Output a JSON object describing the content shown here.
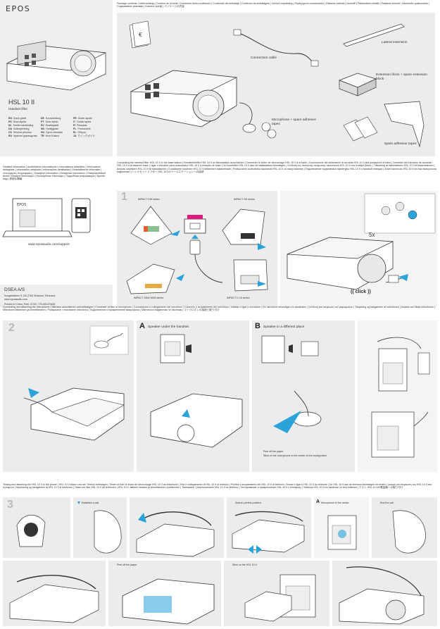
{
  "brand": "EPOS",
  "product": {
    "name": "HSL 10 II",
    "subtitle": "Handset lifter"
  },
  "guide_langs": [
    [
      "EN",
      "Quick guide"
    ],
    [
      "DE",
      "Kurzanleitung"
    ],
    [
      "FR",
      "Guide rapide"
    ],
    [
      "ES",
      "Guía rápida"
    ],
    [
      "PT",
      "Guia rápido"
    ],
    [
      "IT",
      "Guida rapida"
    ],
    [
      "NL",
      "Snelle handleiding"
    ],
    [
      "SV",
      "Snabbguide"
    ],
    [
      "FI",
      "Pikaopas"
    ],
    [
      "DA",
      "Kvikvejledning"
    ],
    [
      "NO",
      "Hurtigguide"
    ],
    [
      "PL",
      "Przewodnik"
    ],
    [
      "CS",
      "Stručná příručka"
    ],
    [
      "HU",
      "Gyors útmutató"
    ],
    [
      "EL",
      "Οδηγός"
    ],
    [
      "RU",
      "Краткое руководство"
    ],
    [
      "TR",
      "Hızlı Kılavuz"
    ],
    [
      "JA",
      "クイックガイド"
    ]
  ],
  "package_contents_heading": "Package contents | Lieferumfang | Contenu de la boîte | Contenuto della confezione | Contenido del embalaje | Conteúdo da embalagem | Inhoud verpakking | Περιεχόμενα συσκευασίας | Pakkens indhold | Innehåll | Pakkauksen sisältö | Pakkens innhold | Zawartość opakowania | Содержимое упаковки | Kutunun İçeriği | パッケージの内容",
  "contents_labels": {
    "connection_cable": "Connection cable",
    "lateral_extension": "Lateral extension",
    "extension_block": "Extension block + spare extension block",
    "microphone": "Microphone + spare adhesive tapes",
    "spare_tapes": "spare adhesive tapes"
  },
  "detailed_info": "Detailed information | Ausführliche Informationen | Informations détaillées | Informazioni dettagliate | Información detallada | Informações detalhadas | Gedetailleerde informatie | Λεπτομερείς πληροφορίες | Detaljeret information | Detaljerad information | Yksityiskohtaiset tiedot | Detaljert informasjon | Szczegółowe informacje | Подробная информация | Ayrıntılı bilgi | 詳細な情報",
  "support_url": "www.eposaudio.com/support",
  "company": {
    "name": "DSEA A/S",
    "address": "Kongebakken 9, DK-2765 Smørum, Denmark",
    "web": "www.eposaudio.com",
    "printed": "Printed in China, Publ. 07/20, 770-00137/A05"
  },
  "connecting_heading": "Connecting the handset lifter HSL 10 II to the base station | Fernabheblifter HSL 10 II an Basisstation anschließen | Connecter le levier de décrochage HSL 10 II à la base | Connessione del sollevatore di cornetta HSL 10 II alla postazione di base | Conexión del elevador de auricular HSL 10 II a la estación base | Ligar o elevador para auscultador HSL 10 II à estação de base | De hoornlifter HSL 10 II aan het basisstation bevestigen | Σύνδεση της συσκευής ανύψωσης ακουστικού HSL 10 II στο σταθμό βάσης | Tilslutning af hørerløfteren HSL 10 II til basestationen | Ansluta lurlyftaren HSL 10 II till basstationen | Kuulokkeen nostimen HSL 10 II liittäminen tukiasemaan | Podłączanie podnośnika słuchawki HSL 10 II do stacji bazowej | Подключение подъемника гарнитуры HSL 10 II к базовой станции | Ahize kaldırıcısı HSL 10 II'nin baz istasyonuna bağlanması | ハンドセットリフター HSL 10 IIのベースステーションへの接続",
  "base_series": {
    "dw": "IMPACT DW series",
    "sd": "IMPACT SD series",
    "sdw5000": "IMPACT SDW 5000 series",
    "d10": "IMPACT D 10 series"
  },
  "click_label": "(( click ))",
  "press_count": "5x",
  "mic_heading": "Connecting and attaching the microphone | Mikrofon anschließen und befestigen | Connecter et fixer le microphone | Connessione e collegamento del microfono | Conexión y acoplamiento del micrófono | Instalar e ligar o microfone | De microfoon bevestigen en aansluiten | Σύνδεση και στερέωση του μικροφώνου | Tilslutning og fastgørelse af mikrofonen | Ansluta och fästa mikrofonen | Mikrofonin liittäminen ja kiinnittäminen | Podłączanie i mocowanie mikrofonu | Подключение и прикрепление микрофона | Mikrofonun bağlanması ve takılması | マイクロホンの接続と取り付け",
  "option_a": {
    "letter": "A",
    "text": "Speaker under the handset"
  },
  "option_b": {
    "letter": "B",
    "text": "Speaker in a different place"
  },
  "mic_steps": [
    "Peel off the paper.",
    "Stick on the microphone to the center of the loudspeaker."
  ],
  "test_heading": "Testing and attaching the HSL 10 II to the phone | HSL 10 II testen und am Telefon befestigen | Tester et fixer le levier de décrochage HSL 10 II au téléphone | Test e collegamento di HSL 10 II al telefono | Prueba y acoplamiento del HSL 10 II al teléfono | Testar e ligar o HSL 10 II ao telefone | De HSL 10 II aan de telefoon bevestigen en testen | Δοκιμή και στερέωση του HSL 10 II στο τηλέφωνο | Afprøvning og fastgørelse af HSL 10 II til telefonen | Testa och fäst HSL 10 II på telefonen | HSL 10 II -laitteen testaus ja kiinnittäminen puhelimeen | Testowanie i przymocowanie HSL 10 II do telefonu | Тестирование и прикрепление HSL 10 II к телефону | Telefona HSL 10 II'nin takılması ve test edilmesi | テスト HSL 10 IIの電話機への取り付け",
  "test_steps": {
    "step1": "Establish a call.",
    "step2": "Search perfect position.",
    "step3": "Microphone in the center.",
    "step4": "End the call.",
    "step5": "Peel off the paper.",
    "step6": "Stick on the HSL 10 II."
  },
  "step_numbers": [
    "1",
    "2",
    "3"
  ],
  "colors": {
    "accent_blue": "#2aa3d9",
    "pink": "#e0197d",
    "panel_grey": "#ececed",
    "step_grey": "#b9b9b9"
  }
}
